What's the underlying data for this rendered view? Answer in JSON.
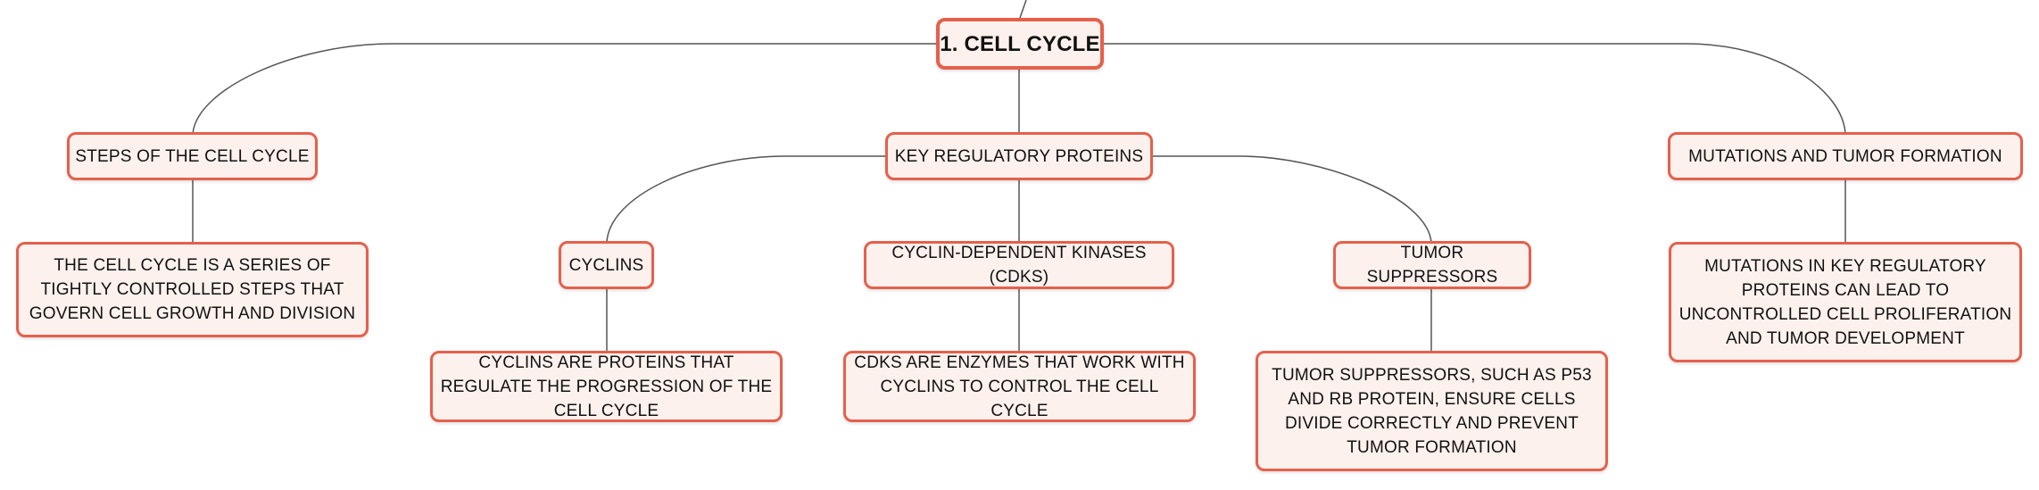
{
  "root": {
    "title": "1. CELL CYCLE"
  },
  "branches": [
    {
      "label": "STEPS OF THE CELL CYCLE",
      "detail": "THE CELL CYCLE IS A SERIES OF TIGHTLY CONTROLLED STEPS THAT GOVERN CELL GROWTH AND DIVISION"
    },
    {
      "label": "KEY REGULATORY PROTEINS",
      "children": [
        {
          "label": "CYCLINS",
          "detail": "CYCLINS ARE PROTEINS THAT REGULATE THE PROGRESSION OF THE CELL CYCLE"
        },
        {
          "label": "CYCLIN-DEPENDENT KINASES (CDKS)",
          "detail": "CDKS ARE ENZYMES THAT WORK WITH CYCLINS TO CONTROL THE CELL CYCLE"
        },
        {
          "label": "TUMOR SUPPRESSORS",
          "detail": "TUMOR SUPPRESSORS, SUCH AS P53 AND RB PROTEIN, ENSURE CELLS DIVIDE CORRECTLY AND PREVENT TUMOR FORMATION"
        }
      ]
    },
    {
      "label": "MUTATIONS AND TUMOR FORMATION",
      "detail": "MUTATIONS IN KEY REGULATORY PROTEINS CAN LEAD TO UNCONTROLLED CELL PROLIFERATION AND TUMOR DEVELOPMENT"
    }
  ],
  "colors": {
    "border": "#e5604c",
    "fill": "#fdf1ed",
    "connector": "#555555"
  }
}
